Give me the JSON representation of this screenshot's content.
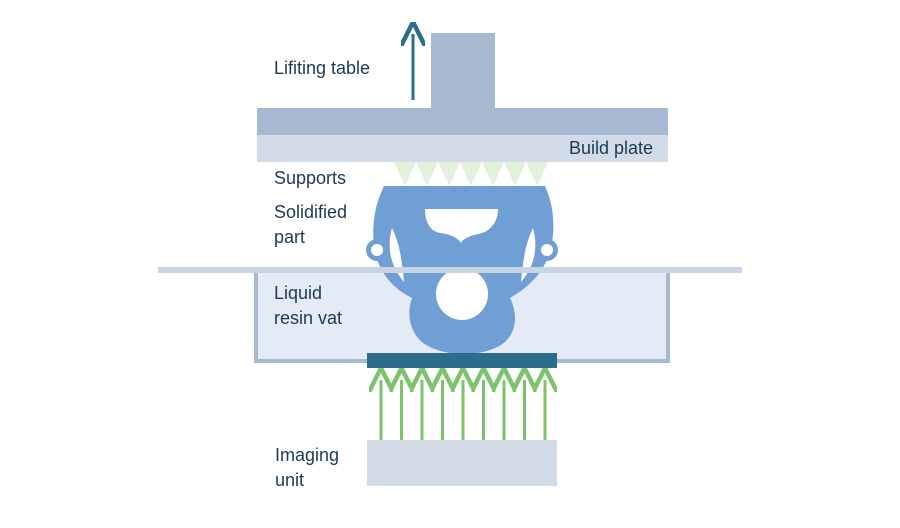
{
  "labels": {
    "lifting_table": "Lifiting table",
    "build_plate": "Build plate",
    "supports": "Supports",
    "solidified_part": [
      "Solidified",
      "part"
    ],
    "resin_vat": [
      "Liquid",
      "resin vat"
    ],
    "imaging_unit": [
      "Imaging",
      "unit"
    ]
  },
  "colors": {
    "lifting_table": "#a6b9d1",
    "build_plate": "#d1dce8",
    "supports": "#e3f1dc",
    "part": "#709fd6",
    "part_window": "#ffffff",
    "resin_fill": "#e4eaf6",
    "resin_surface": "#c6d4e3",
    "vat_wall": "#a6b9d1",
    "vat_window": "#2c6c8c",
    "light_arrows": "#7cc46b",
    "lift_arrow": "#2c6c8c",
    "imaging_unit": "#d1dce8",
    "text": "#1d3a54"
  },
  "light_ray_count": 9
}
